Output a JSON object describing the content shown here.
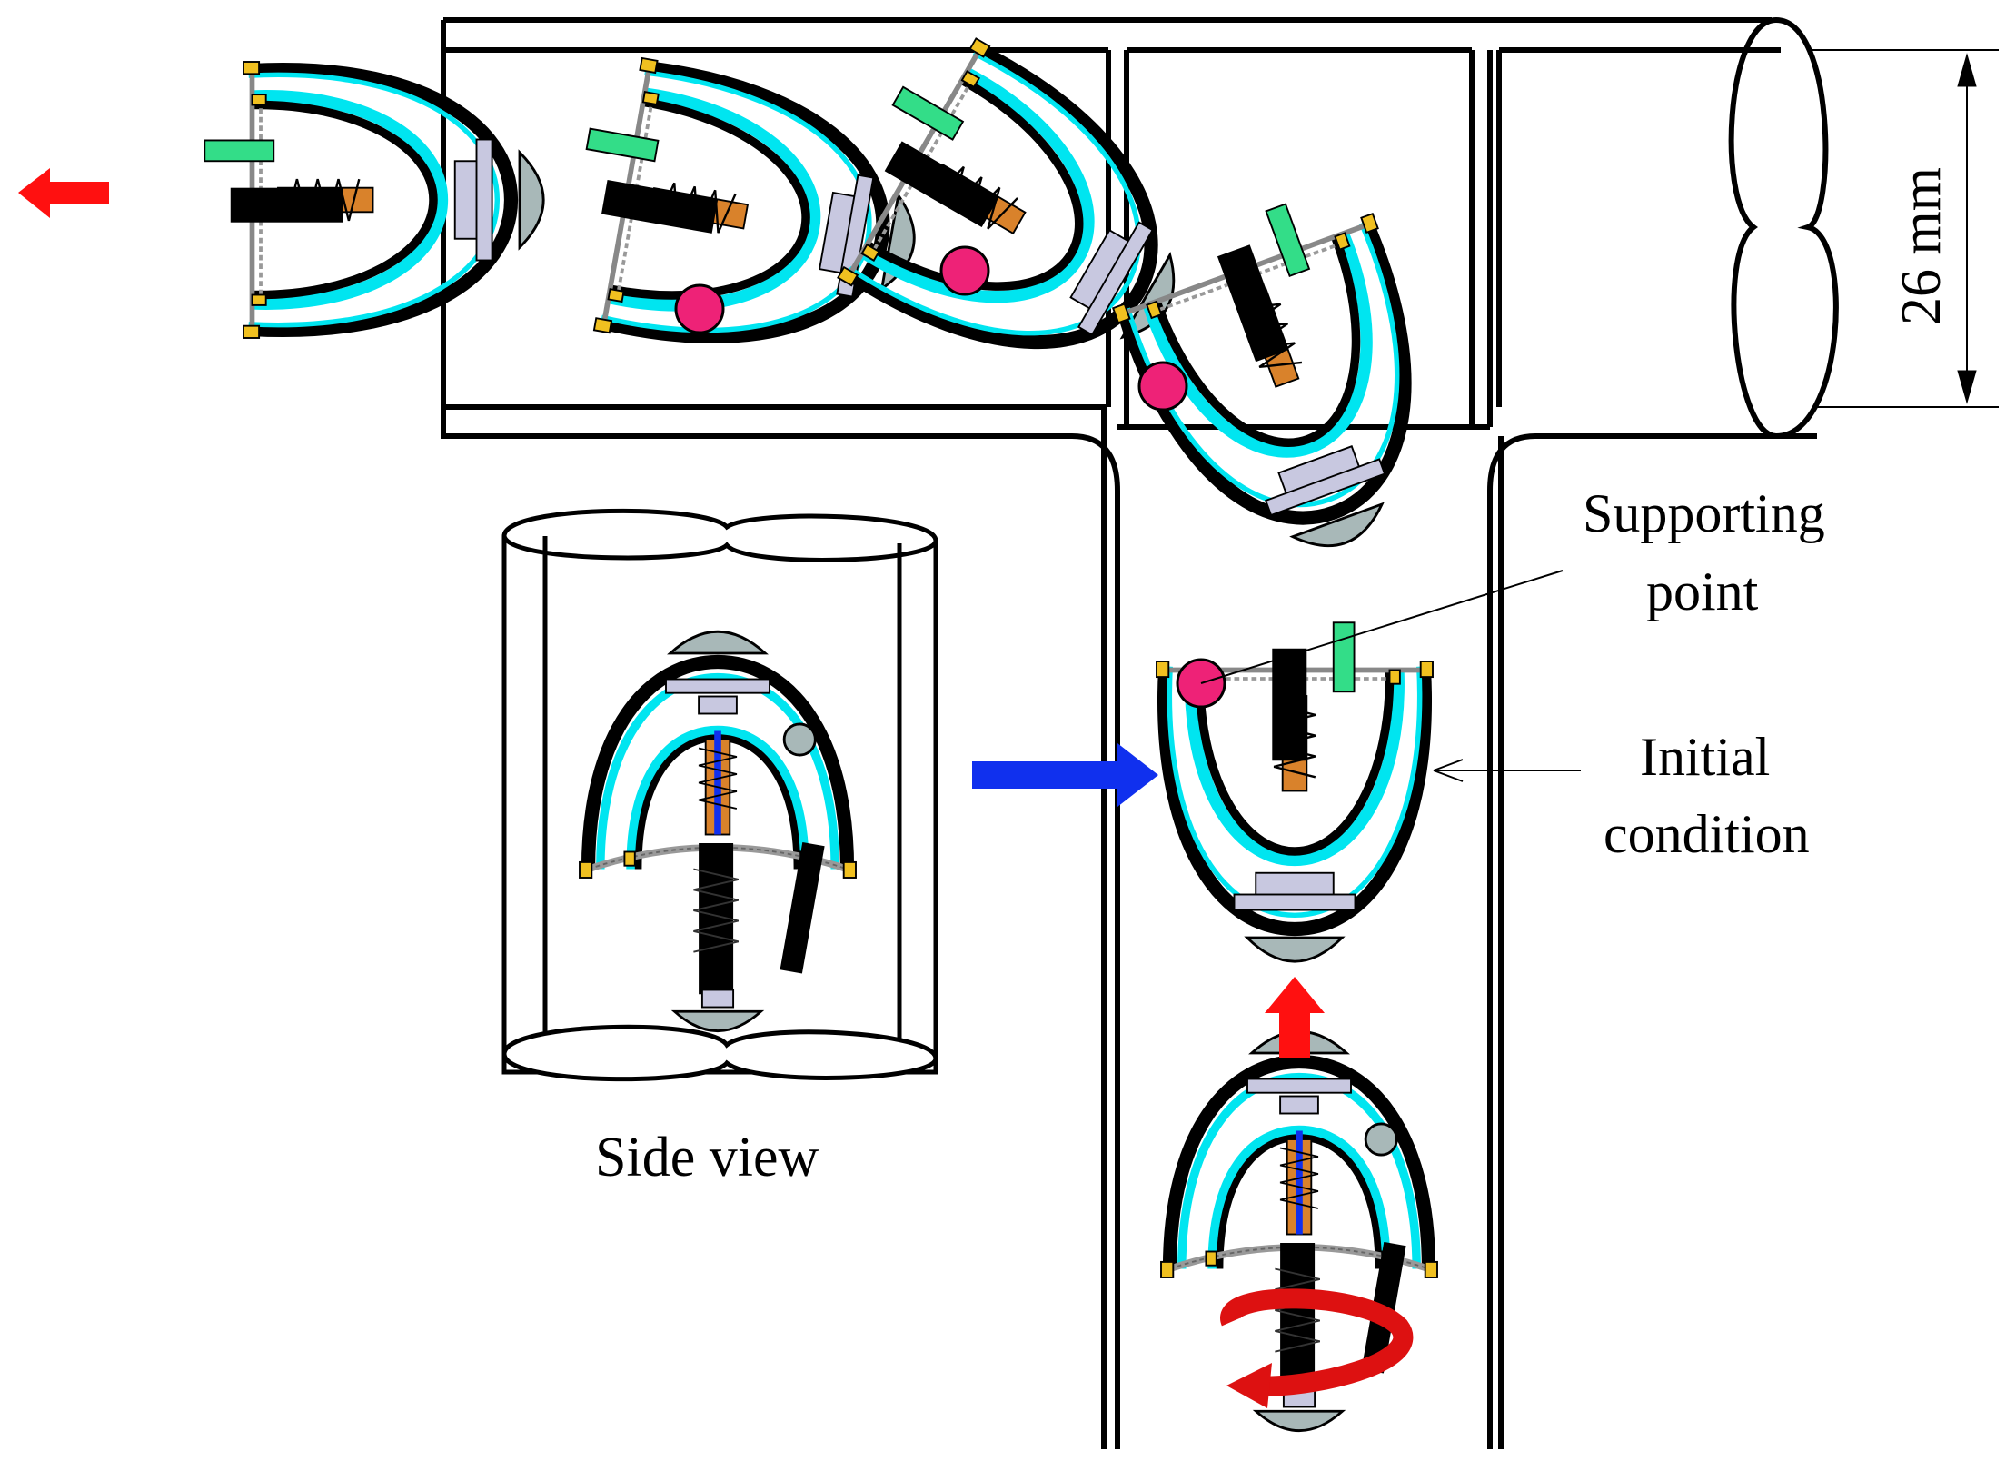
{
  "labels": {
    "supporting_point_line1": "Supporting",
    "supporting_point_line2": "point",
    "initial_condition_line1": "Initial",
    "initial_condition_line2": "condition",
    "side_view": "Side view",
    "dimension": "26 mm"
  },
  "colors": {
    "tube_outline": "#000000",
    "shell_inner": "#00e5f0",
    "shell_outer": "#000000",
    "wheel_gray": "#a8b8b8",
    "spring_orange": "#d9822b",
    "magnet_green": "#33dd88",
    "contact_point": "#ee2277",
    "arrow_red": "#ff1010",
    "arrow_blue": "#1030ee",
    "rotation_red": "#dd1111",
    "bracket_yellow": "#f0c020",
    "plate_lavender": "#c8c8e0"
  },
  "icons": {
    "push_arrow": "right-arrow",
    "exit_arrow": "left-arrow",
    "advance_arrow": "up-arrow",
    "rotation": "curved-rotation-arrow",
    "contact": "circle-dot"
  }
}
